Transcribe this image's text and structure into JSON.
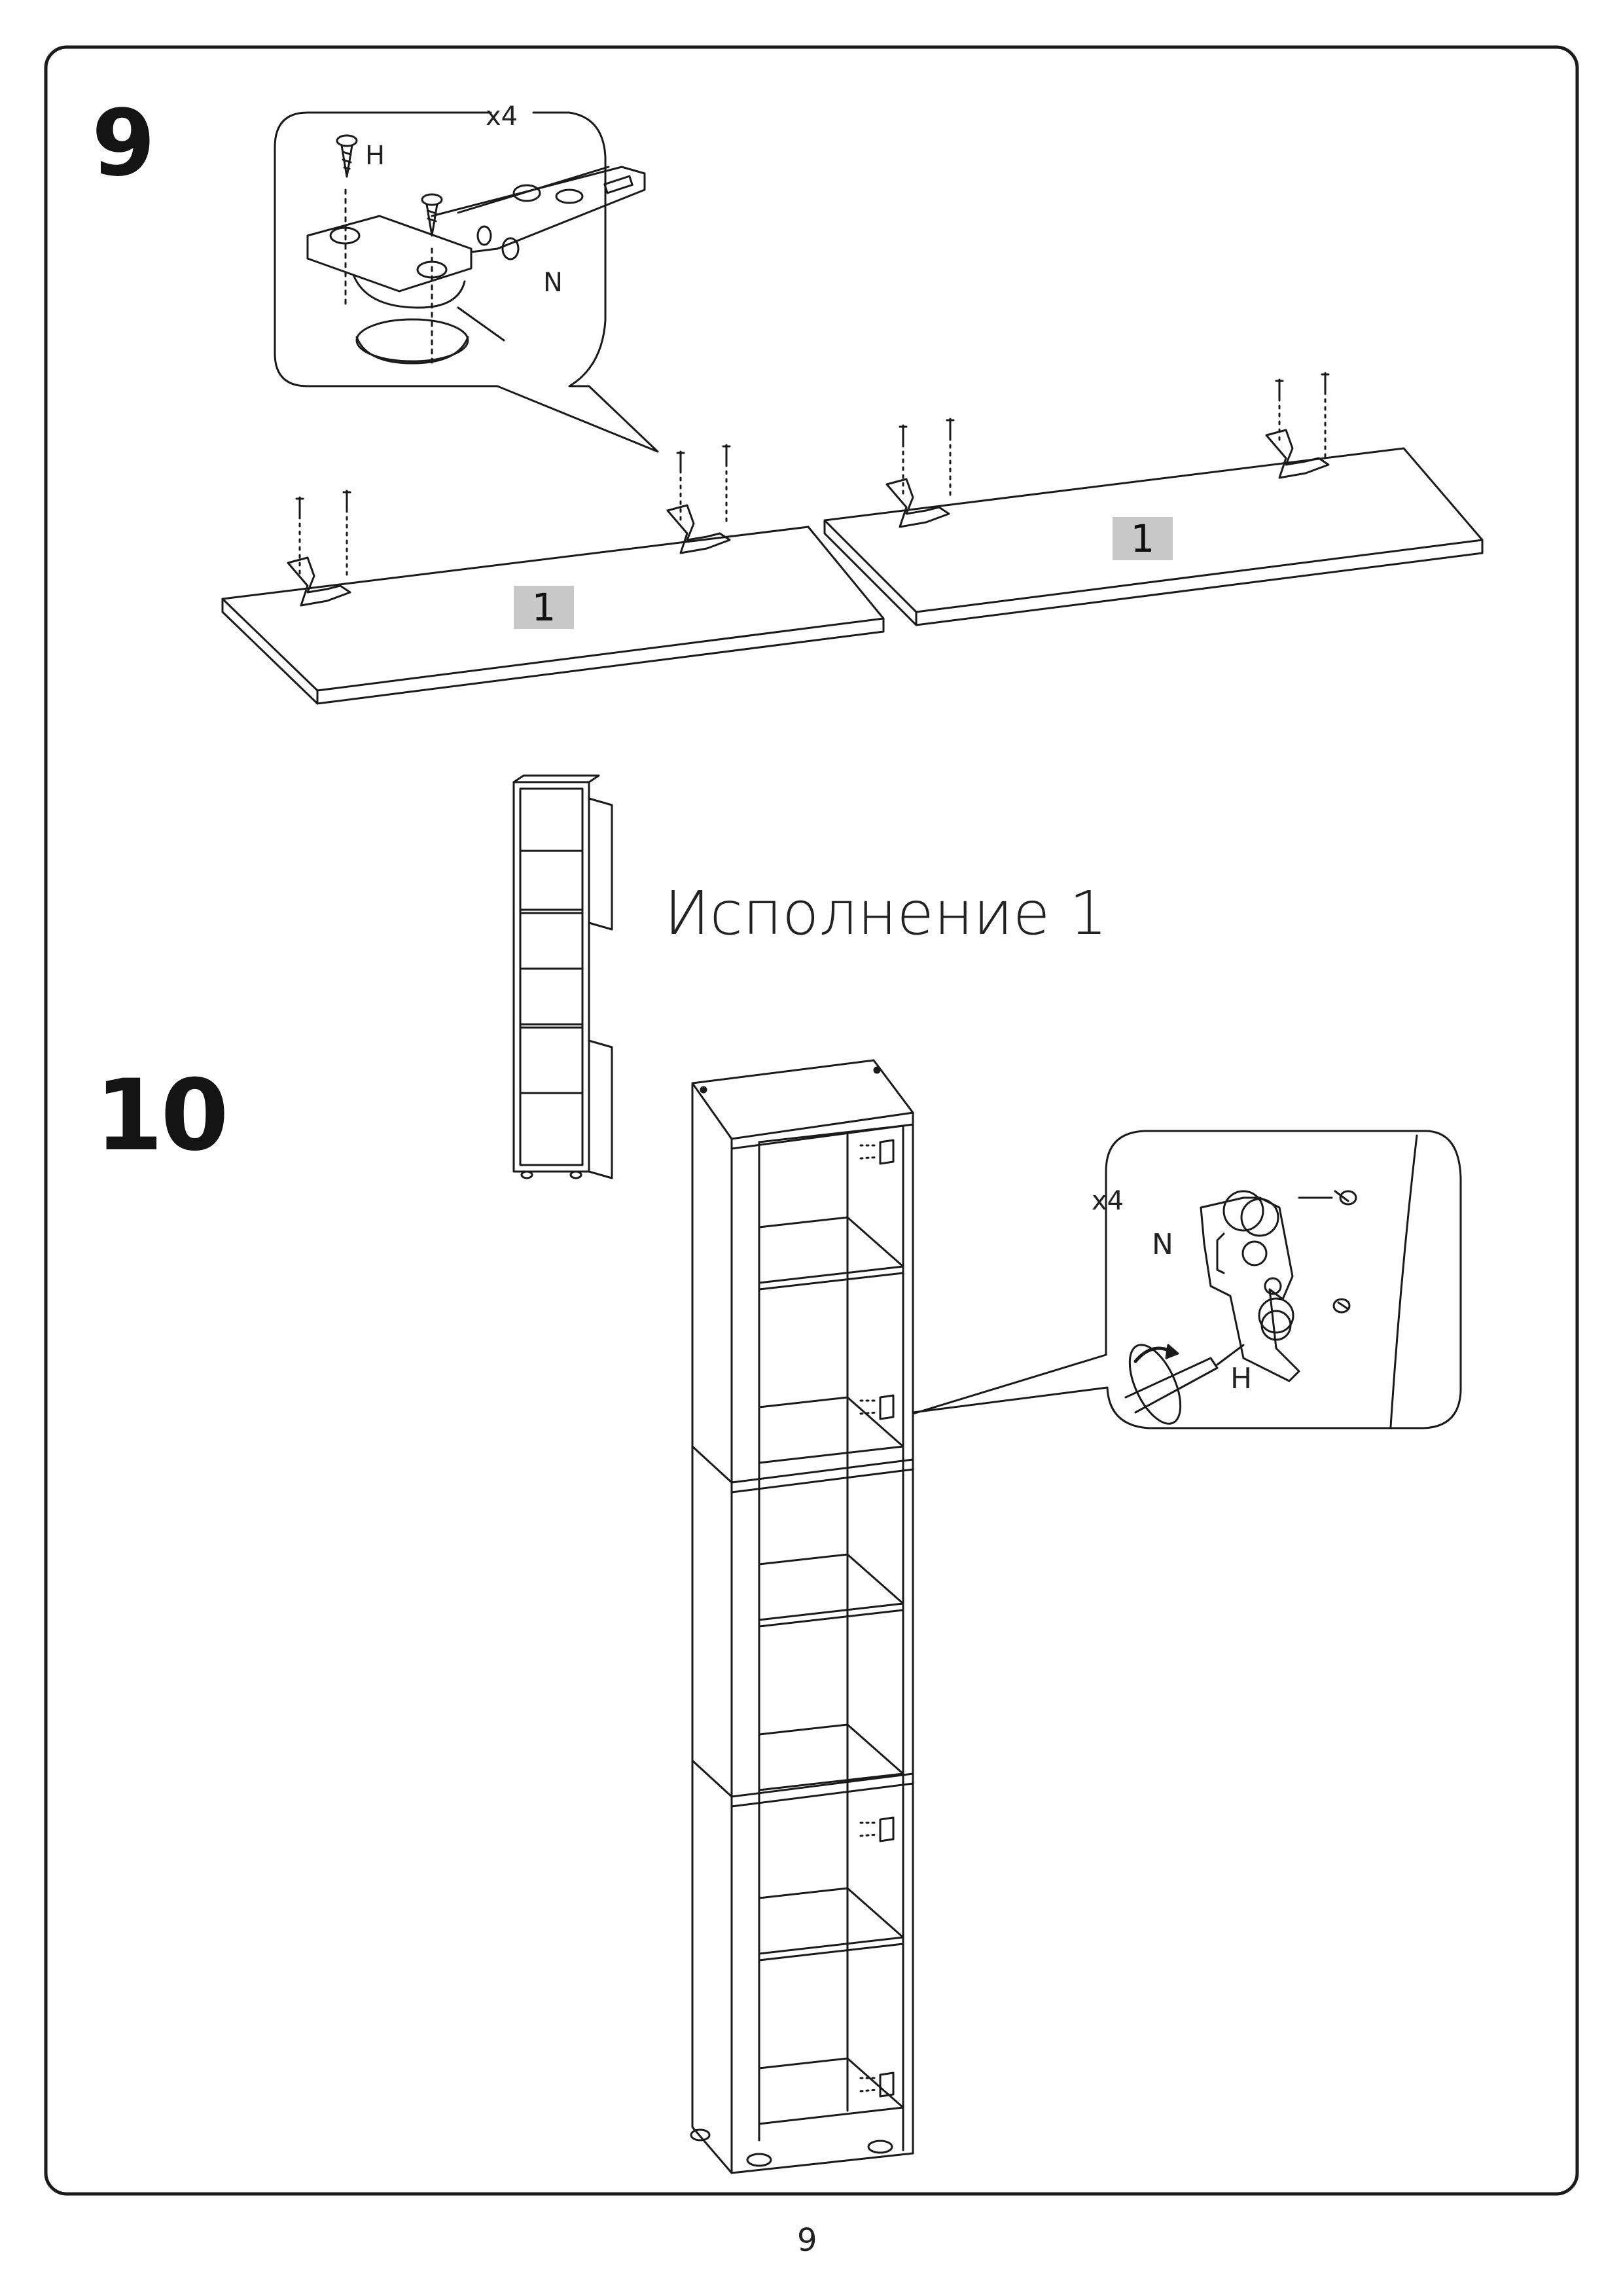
{
  "steps": {
    "step9": {
      "number": "9",
      "hinge_detail": {
        "quantity": "x4",
        "screw_label": "H",
        "hinge_label": "N"
      },
      "part_label_left": "1",
      "part_label_right": "1"
    },
    "step10": {
      "number": "10",
      "variant_label": "Исполнение 1",
      "detail": {
        "quantity": "x4",
        "hinge_label": "N",
        "screw_label": "H"
      }
    }
  },
  "footer": {
    "page_number": "9"
  }
}
